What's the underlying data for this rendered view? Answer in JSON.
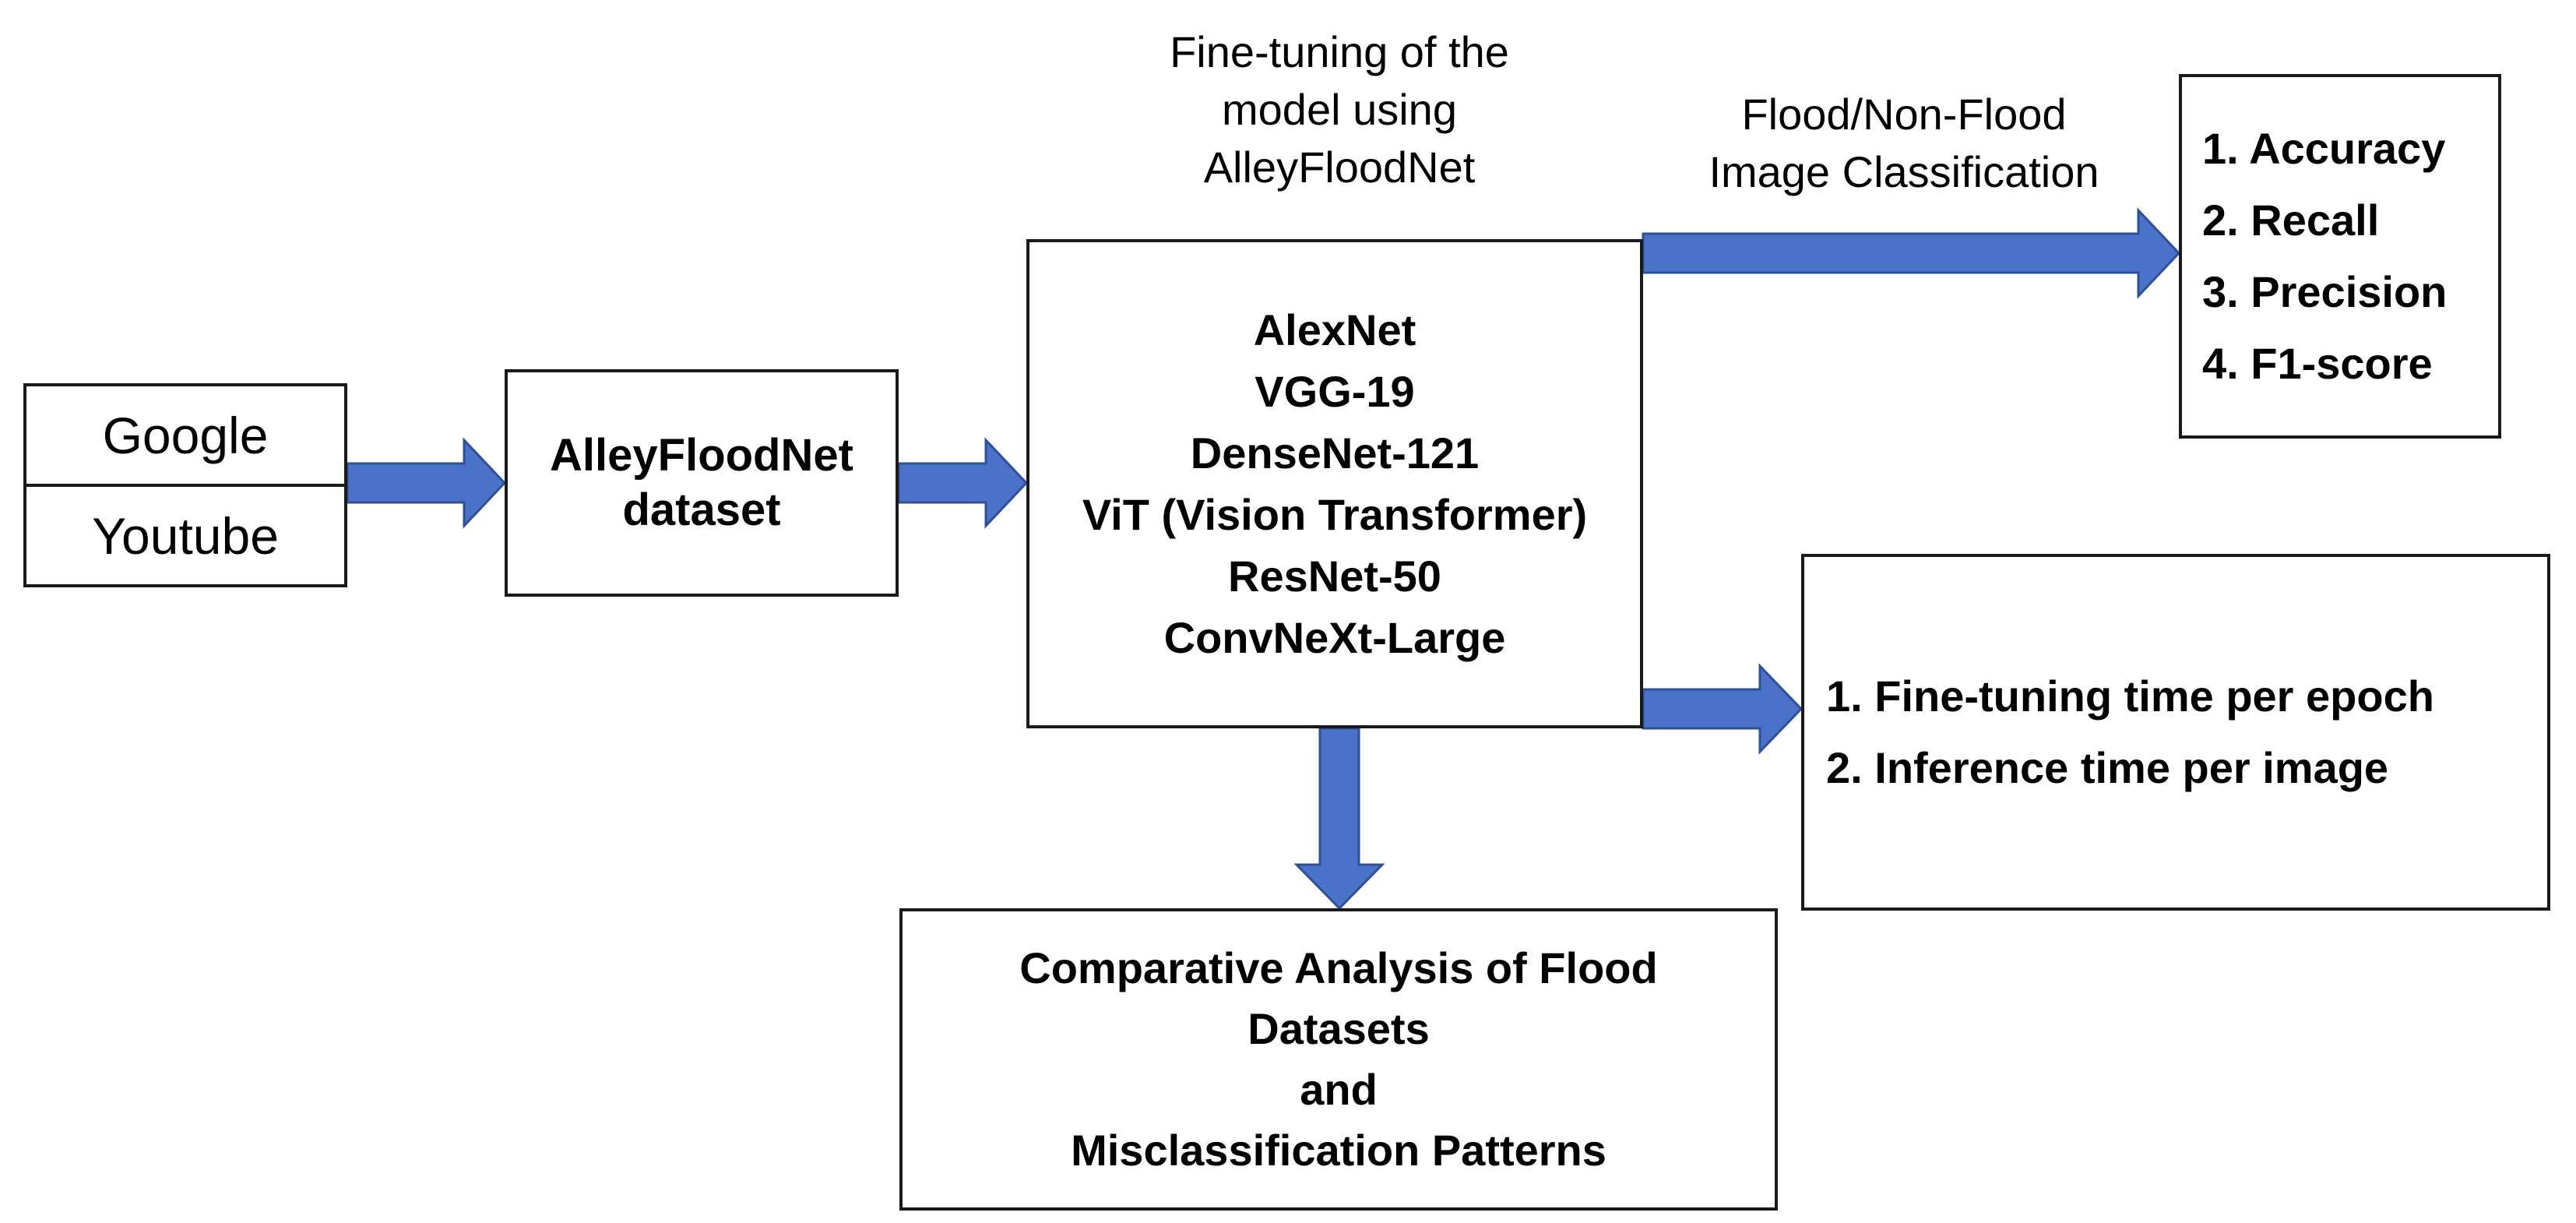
{
  "sources": [
    "Google",
    "Youtube"
  ],
  "dataset": {
    "lines": [
      "AlleyFloodNet",
      "dataset"
    ]
  },
  "finetune_label": {
    "lines": [
      "Fine-tuning of the",
      "model using",
      "AlleyFloodNet"
    ]
  },
  "models": [
    "AlexNet",
    "VGG-19",
    "DenseNet-121",
    "ViT (Vision Transformer)",
    "ResNet-50",
    "ConvNeXt-Large"
  ],
  "classification_label": {
    "lines": [
      "Flood/Non-Flood",
      "Image Classification"
    ]
  },
  "metrics": [
    "1. Accuracy",
    "2. Recall",
    "3. Precision",
    "4. F1-score"
  ],
  "timing": [
    "1. Fine-tuning time per epoch",
    "2. Inference time per image"
  ],
  "analysis": {
    "lines": [
      "Comparative Analysis of Flood",
      "Datasets",
      "and",
      "Misclassification Patterns"
    ]
  },
  "colors": {
    "arrow_fill": "#4a72c9",
    "arrow_stroke": "#2e4f9a",
    "box_border": "#1a1a1a"
  }
}
